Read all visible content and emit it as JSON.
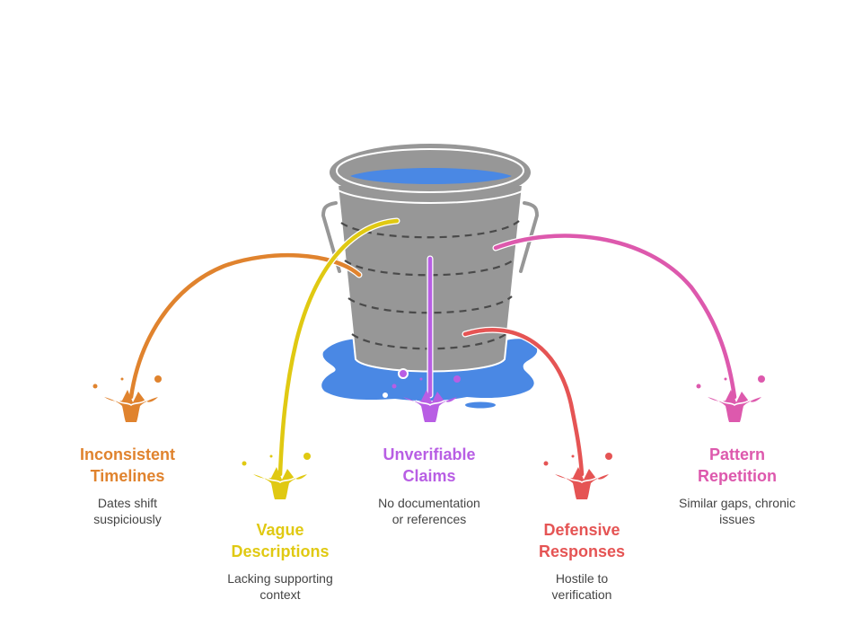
{
  "diagram": {
    "type": "leaking-bucket",
    "colors": {
      "bucket": "#979797",
      "bucket_outline": "#ffffff",
      "band_dash": "#4a4a4a",
      "water": "#4a88e4",
      "text_desc": "#444444"
    },
    "leaks": [
      {
        "id": "inconsistent-timelines",
        "title_line1": "Inconsistent",
        "title_line2": "Timelines",
        "desc_line1": "Dates shift",
        "desc_line2": "suspiciously",
        "color": "#e0832e"
      },
      {
        "id": "vague-descriptions",
        "title_line1": "Vague",
        "title_line2": "Descriptions",
        "desc_line1": "Lacking supporting",
        "desc_line2": "context",
        "color": "#e0c912"
      },
      {
        "id": "unverifiable-claims",
        "title_line1": "Unverifiable",
        "title_line2": "Claims",
        "desc_line1": "No documentation",
        "desc_line2": "or references",
        "color": "#b85ee4"
      },
      {
        "id": "defensive-responses",
        "title_line1": "Defensive",
        "title_line2": "Responses",
        "desc_line1": "Hostile to",
        "desc_line2": "verification",
        "color": "#e55454"
      },
      {
        "id": "pattern-repetition",
        "title_line1": "Pattern",
        "title_line2": "Repetition",
        "desc_line1": "Similar gaps, chronic",
        "desc_line2": "issues",
        "color": "#dd59ad"
      }
    ]
  }
}
